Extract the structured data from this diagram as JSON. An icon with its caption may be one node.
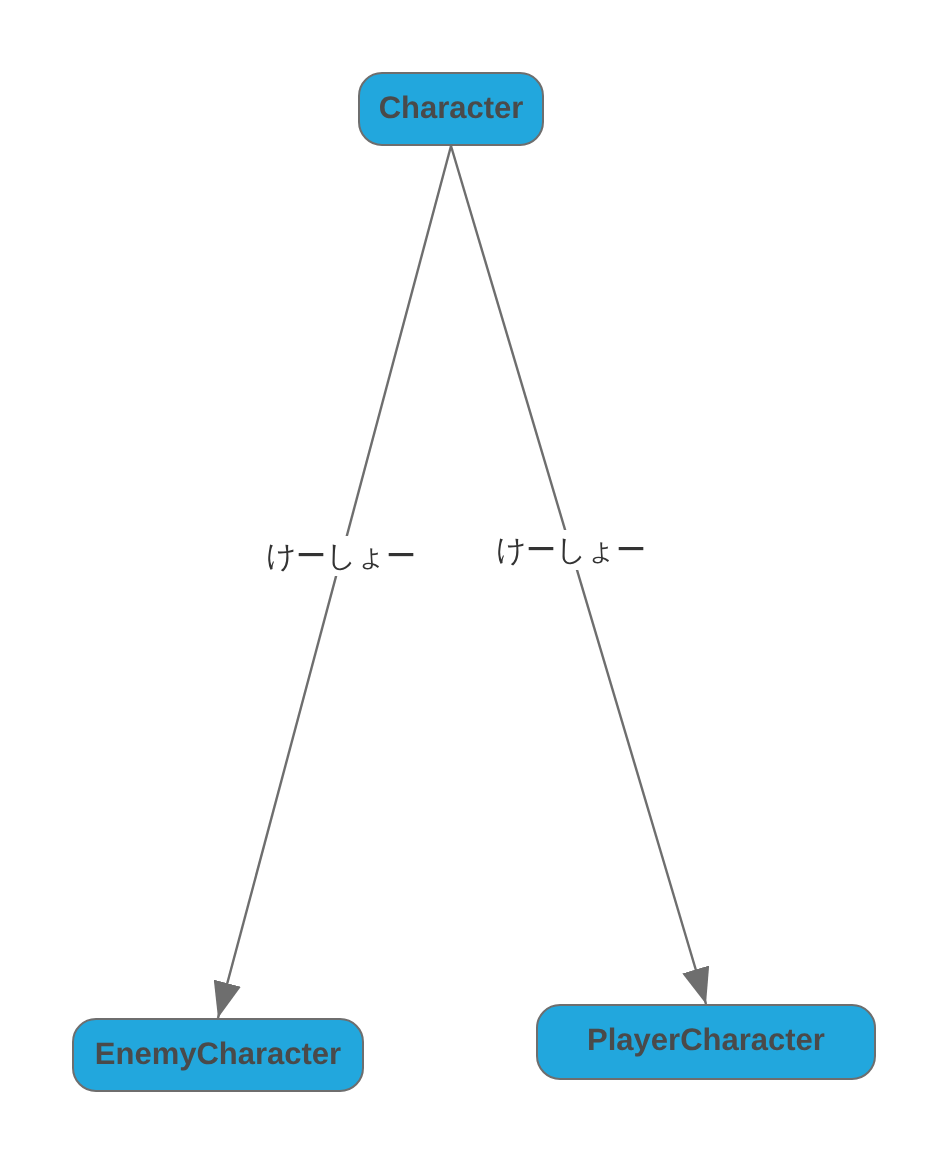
{
  "diagram": {
    "nodes": [
      {
        "text": [
          "Character"
        ]
      },
      {
        "text": [
          "EnemyCharacter"
        ]
      },
      {
        "text": [
          "PlayerCharacter"
        ]
      }
    ],
    "edges": [
      {
        "from": 0,
        "to": 1,
        "arrow": "to",
        "label": "けーしょー"
      },
      {
        "from": 0,
        "to": 2,
        "arrow": "to",
        "label": "けーしょー"
      }
    ]
  }
}
